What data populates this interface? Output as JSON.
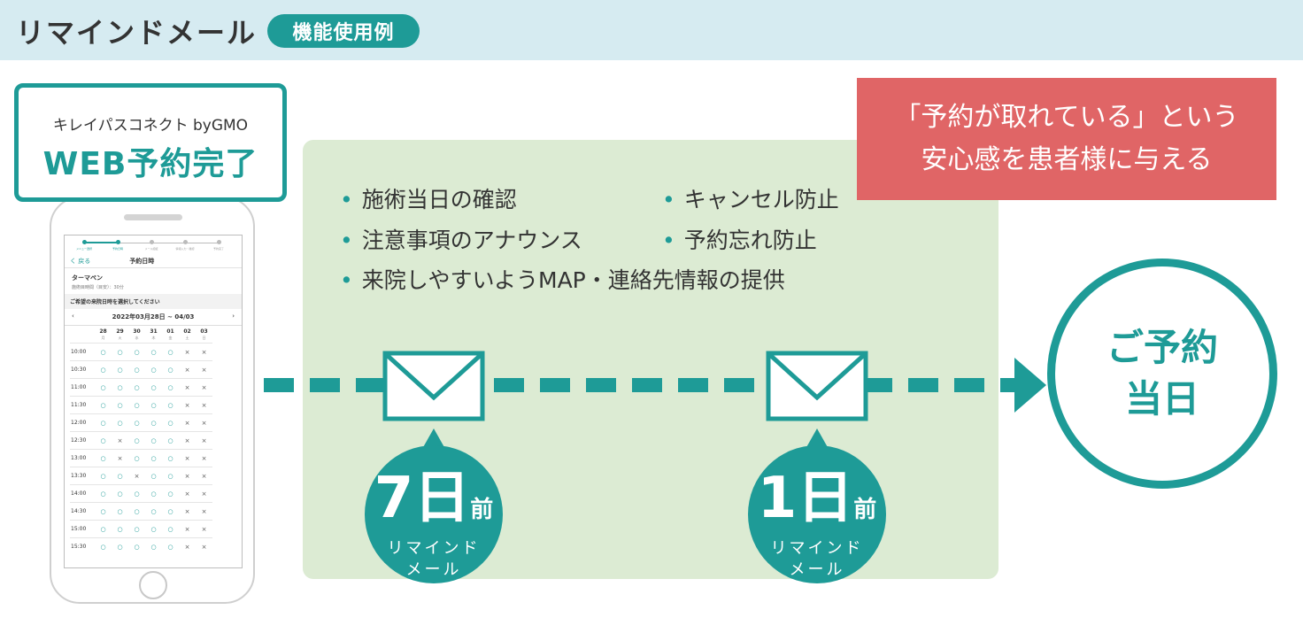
{
  "header": {
    "title": "リマインドメール",
    "tag": "機能使用例"
  },
  "web_box": {
    "line1": "キレイパスコネクト byGMO",
    "line2": "WEB予約完了"
  },
  "phone_screen": {
    "steps": [
      "メニュー選択",
      "予約日時",
      "メール認証",
      "情報入力・確認",
      "予約完了"
    ],
    "back": "く 戻る",
    "screen_title": "予約日時",
    "menu_name": "ターマペン",
    "menu_time": "施術目時間（目安）：30分",
    "prompt": "ご希望の来院日時を選択してください",
    "range": "2022年03月28日 ~ 04/03",
    "prev": "‹",
    "next": "›",
    "days": [
      {
        "date": "28",
        "wd": "月"
      },
      {
        "date": "29",
        "wd": "火"
      },
      {
        "date": "30",
        "wd": "水"
      },
      {
        "date": "31",
        "wd": "木"
      },
      {
        "date": "01",
        "wd": "金"
      },
      {
        "date": "02",
        "wd": "土"
      },
      {
        "date": "03",
        "wd": "日"
      }
    ],
    "rows": [
      {
        "time": "10:00",
        "slots": [
          "○",
          "○",
          "○",
          "○",
          "○",
          "×",
          "×"
        ]
      },
      {
        "time": "10:30",
        "slots": [
          "○",
          "○",
          "○",
          "○",
          "○",
          "×",
          "×"
        ]
      },
      {
        "time": "11:00",
        "slots": [
          "○",
          "○",
          "○",
          "○",
          "○",
          "×",
          "×"
        ]
      },
      {
        "time": "11:30",
        "slots": [
          "○",
          "○",
          "○",
          "○",
          "○",
          "×",
          "×"
        ]
      },
      {
        "time": "12:00",
        "slots": [
          "○",
          "○",
          "○",
          "○",
          "○",
          "×",
          "×"
        ]
      },
      {
        "time": "12:30",
        "slots": [
          "○",
          "×",
          "○",
          "○",
          "○",
          "×",
          "×"
        ]
      },
      {
        "time": "13:00",
        "slots": [
          "○",
          "×",
          "○",
          "○",
          "○",
          "×",
          "×"
        ]
      },
      {
        "time": "13:30",
        "slots": [
          "○",
          "○",
          "×",
          "○",
          "○",
          "×",
          "×"
        ]
      },
      {
        "time": "14:00",
        "slots": [
          "○",
          "○",
          "○",
          "○",
          "○",
          "×",
          "×"
        ]
      },
      {
        "time": "14:30",
        "slots": [
          "○",
          "○",
          "○",
          "○",
          "○",
          "×",
          "×"
        ]
      },
      {
        "time": "15:00",
        "slots": [
          "○",
          "○",
          "○",
          "○",
          "○",
          "×",
          "×"
        ]
      },
      {
        "time": "15:30",
        "slots": [
          "○",
          "○",
          "○",
          "○",
          "○",
          "×",
          "×"
        ]
      }
    ]
  },
  "benefits": [
    "施術当日の確認",
    "キャンセル防止",
    "注意事項のアナウンス",
    "予約忘れ防止",
    "来院しやすいようMAP・連絡先情報の提供"
  ],
  "red_box": {
    "line1": "「予約が取れている」という",
    "line2": "安心感を患者様に与える"
  },
  "reminders": [
    {
      "num": "7",
      "unit": "日",
      "suffix": "前",
      "line1": "リマインド",
      "line2": "メール"
    },
    {
      "num": "1",
      "unit": "日",
      "suffix": "前",
      "line1": "リマインド",
      "line2": "メール"
    }
  ],
  "goal": {
    "line1": "ご予約",
    "line2": "当日"
  },
  "colors": {
    "teal": "#1e9b97",
    "green_panel": "#dcebd3",
    "red": "#e06566",
    "header_bg": "#d6ebf1"
  },
  "icons": [
    "envelope-icon",
    "arrow-right-icon",
    "check-circle-icon"
  ]
}
